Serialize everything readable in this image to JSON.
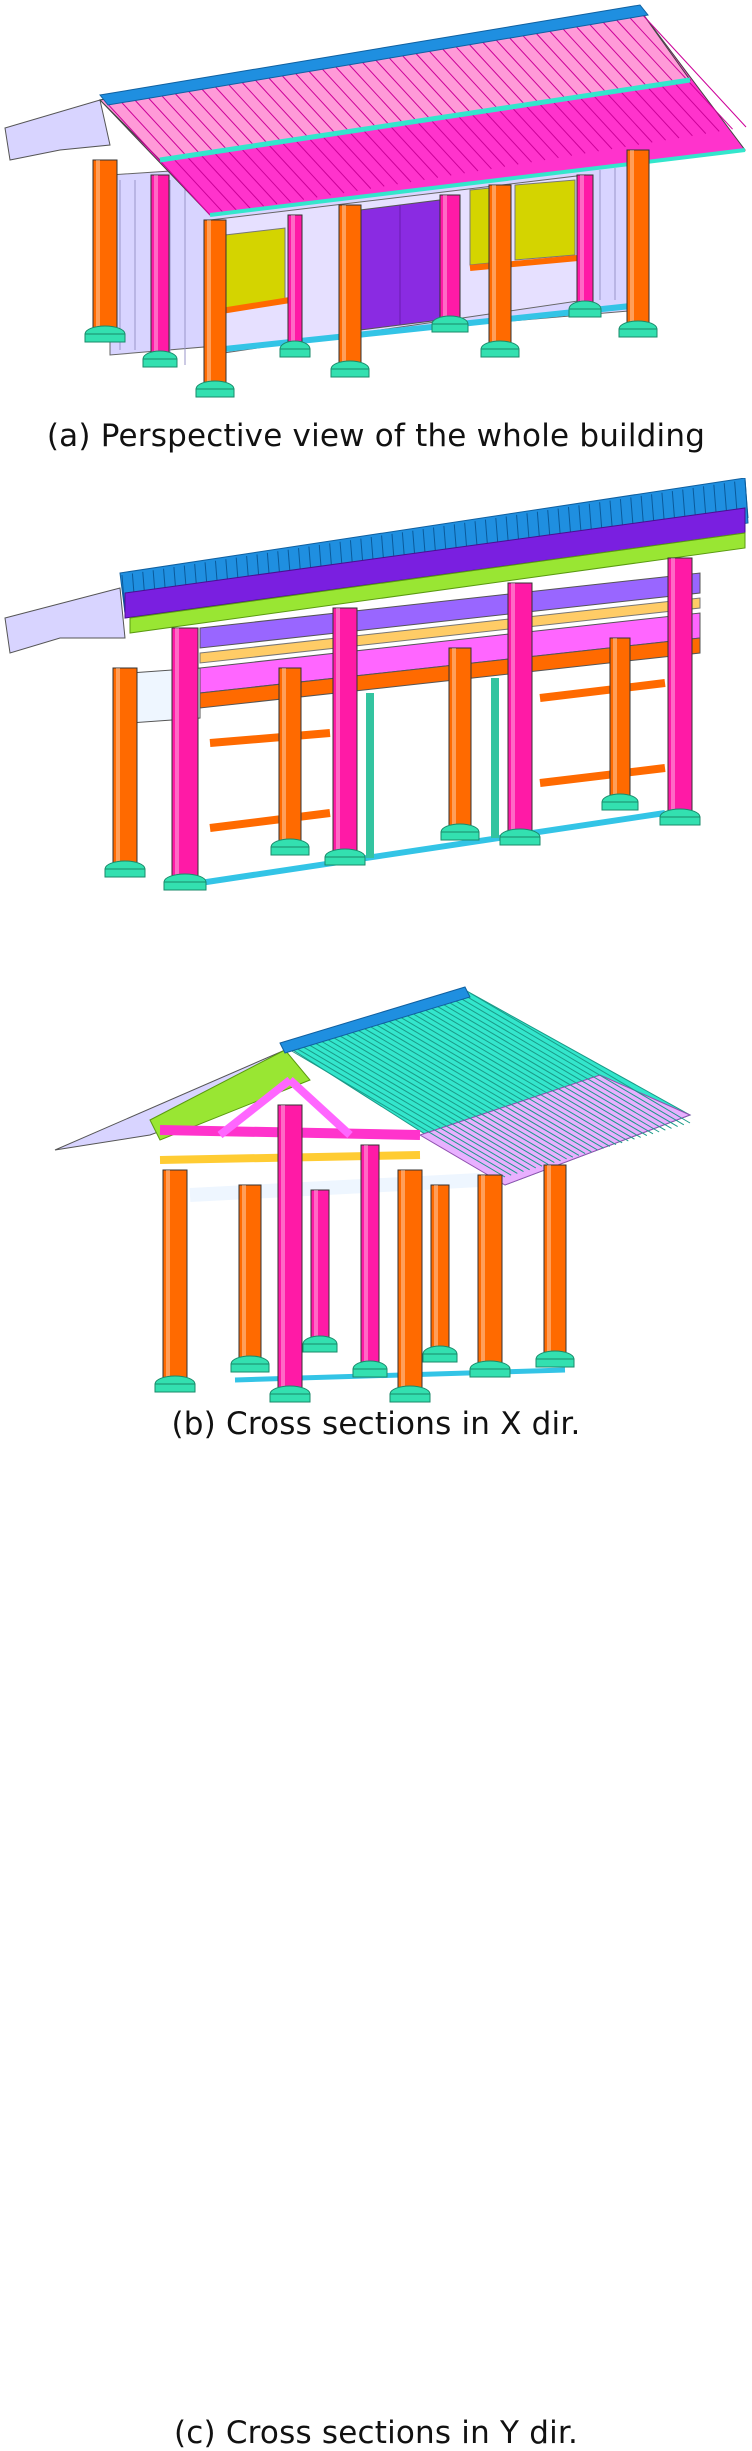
{
  "captions": {
    "a": "(a) Perspective view of the whole building",
    "b": "(b) Cross sections in X dir.",
    "c": "(c) Cross sections in Y dir."
  },
  "colors": {
    "column_orange": "#ff6a00",
    "column_magenta": "#ff1aa6",
    "base_teal": "#33e0b0",
    "roof_pink": "#ff33cc",
    "roof_teal": "#33e6cc",
    "ridge_blue": "#1f8fe0",
    "wall_lilac": "#d8d4ff",
    "door_purple": "#8a2be2",
    "panel_yellow": "#d4d400",
    "beam_cyan": "#33c4e6",
    "bracket_green": "#99e633"
  }
}
